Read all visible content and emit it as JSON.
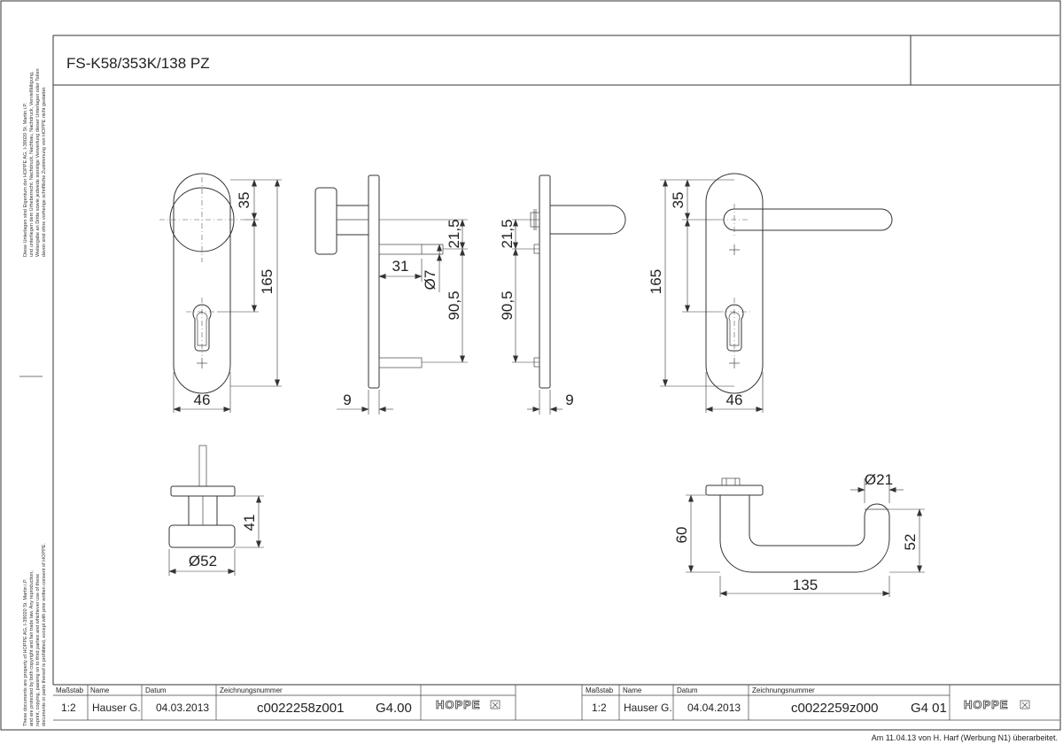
{
  "title": "FS-K58/353K/138 PZ",
  "side_notes": {
    "upper": [
      "Diese Unterlagen sind Eigentum der HOPPE AG, I-39020 St. Martin i.P.",
      "und unterliegen dem Urheberrecht. Nachdruck, Nachbau, Nachdruck, Vervielfältigung,",
      "Weitergabe an Dritte sowie jedwede sonstige Verwertung dieser Unterlagen oder Teilen",
      "davon sind ohne vorherige schriftliche Zustimmung von HOPPE nicht gestattet."
    ],
    "lower": [
      "These documents are property of HOPPE AG, I-39020 St. Martin i.P.",
      "and are protected by both copyright and fair trade law. Any reproduction,",
      "reprint, copying, passing on to third parties and whichever use of these",
      "documents or parts thereof is prohibited, except with prior written consent of HOPPE."
    ]
  },
  "dimensions": {
    "knob_front": {
      "top": "35",
      "height": "165",
      "width": "46"
    },
    "knob_side": {
      "spindle_len": "31",
      "pin_dia": "Ø7",
      "offset_top": "21,5",
      "offset_mid": "90,5",
      "plate": "9"
    },
    "lever_side": {
      "offset_top": "21,5",
      "offset_mid": "90,5",
      "plate": "9"
    },
    "lever_front": {
      "top": "35",
      "height": "165",
      "width": "46"
    },
    "knob_top": {
      "height": "41",
      "dia": "Ø52"
    },
    "lever_top": {
      "dia": "Ø21",
      "rise": "60",
      "depth": "52",
      "length": "135"
    }
  },
  "title_block": {
    "labels": {
      "scale": "Maßstab",
      "name": "Name",
      "date": "Datum",
      "drawing_no": "Zeichnungsnummer"
    },
    "left": {
      "scale": "1:2",
      "name": "Hauser G.",
      "date": "04.03.2013",
      "number": "c0022258z001",
      "rev": "G4.00",
      "logo": "HOPPE"
    },
    "right": {
      "scale": "1:2",
      "name": "Hauser G.",
      "date": "04.04.2013",
      "number": "c0022259z000",
      "rev": "G4 01",
      "logo": "HOPPE"
    }
  },
  "footer": "Am 11.04.13 von H. Harf (Werbung N1) überarbeitet."
}
